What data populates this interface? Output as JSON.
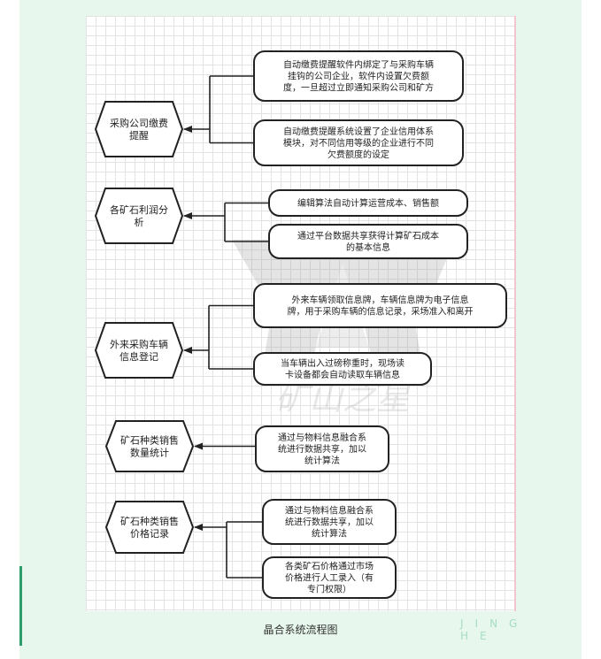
{
  "diagram": {
    "nodes": [
      {
        "id": "n1",
        "label": "采购公司缴费\n提醒",
        "children": [
          {
            "label": "自动缴费提醒软件内绑定了与采购车辆\n挂钩的公司企业，软件内设置欠费额\n度，一旦超过立即通知采购公司和矿方"
          },
          {
            "label": "自动缴费提醒系统设置了企业信用体系\n模块，对不同信用等级的企业进行不同\n欠费额度的设定"
          }
        ]
      },
      {
        "id": "n2",
        "label": "各矿石利润分\n析",
        "children": [
          {
            "label": "编辑算法自动计算运营成本、销售额"
          },
          {
            "label": "通过平台数据共享获得计算矿石成本\n的基本信息"
          }
        ]
      },
      {
        "id": "n3",
        "label": "外来采购车辆\n信息登记",
        "children": [
          {
            "label": "外来车辆领取信息牌，车辆信息牌为电子信息\n牌，用于采购车辆的信息记录，采场准入和离开"
          },
          {
            "label": "当车辆出入过磅称重时，现场读\n卡设备都会自动读取车辆信息"
          }
        ]
      },
      {
        "id": "n4",
        "label": "矿石种类销售\n数量统计",
        "children": [
          {
            "label": "通过与物料信息融合系\n统进行数据共享，加以\n统计算法"
          }
        ]
      },
      {
        "id": "n5",
        "label": "矿石种类销售\n价格记录",
        "children": [
          {
            "label": "通过与物料信息融合系\n统进行数据共享，加以\n统计算法"
          },
          {
            "label": "各类矿石价格通过市场\n价格进行人工录入（有\n专门权限）"
          }
        ]
      }
    ]
  },
  "watermark": {
    "text": "矿山之星"
  },
  "caption": "晶合系统流程图",
  "brand": "JING HE"
}
